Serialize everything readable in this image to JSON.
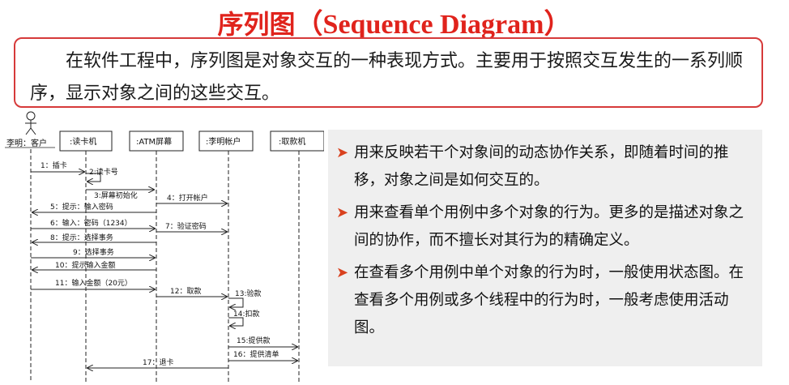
{
  "title": {
    "cn": "序列图",
    "en": "（Sequence Diagram）"
  },
  "definition": "在软件工程中，序列图是对象交互的一种表现方式。主要用于按照交互发生的一系列顺序，显示对象之间的这些交互。",
  "diagram": {
    "actor": "李明：客户",
    "objects": [
      ":读卡机",
      ":ATM屏幕",
      ":李明帐户",
      ":取款机"
    ],
    "messages": [
      "1：插卡",
      "2:读卡号",
      "3:屏幕初始化",
      "4：打开帐户",
      "5：提示：输入密码",
      "6：输入：密码（1234）",
      "7：验证密码",
      "8：提示：选择事务",
      "9：选择事务",
      "10：提示输入金额",
      "11：输入金额（20元）",
      "12：取款",
      "13:验款",
      "14:扣款",
      "15:提供款",
      "16：提供清单",
      "17：退卡"
    ]
  },
  "bullets": [
    "用来反映若干个对象间的动态协作关系，即随着时间的推移，对象之间是如何交互的。",
    "用来查看单个用例中多个对象的行为。更多的是描述对象之间的协作，而不擅长对其行为的精确定义。",
    "在查看多个用例中单个对象的行为时，一般使用状态图。在查看多个用例或多个线程中的行为时，一般考虑使用活动图。"
  ],
  "colors": {
    "title": "#e0231c",
    "border": "#d63a3a",
    "bullet_arrow": "#d9421f",
    "panel": "#efefef"
  }
}
